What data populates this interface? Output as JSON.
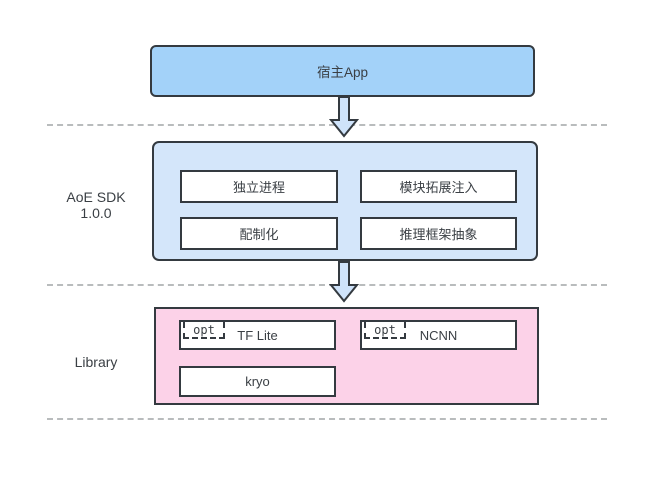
{
  "diagram": {
    "host_app": {
      "label": "宿主App"
    },
    "sdk": {
      "label": "AoE SDK",
      "version": "1.0.0",
      "modules": [
        {
          "label": "独立进程"
        },
        {
          "label": "模块拓展注入"
        },
        {
          "label": "配制化"
        },
        {
          "label": "推理框架抽象"
        }
      ]
    },
    "library": {
      "label": "Library",
      "items": [
        {
          "label": "TF Lite",
          "badge": "opt"
        },
        {
          "label": "NCNN",
          "badge": "opt"
        },
        {
          "label": "kryo"
        }
      ]
    },
    "colors": {
      "host_fill": "#a3d2f9",
      "sdk_fill": "#d4e6fa",
      "library_fill": "#fcd2e8",
      "node_fill": "#ffffff",
      "border": "#343a40",
      "arrow_fill": "#cfe3fa",
      "divider": "#b9bcbd",
      "text": "#3a3f44"
    }
  }
}
